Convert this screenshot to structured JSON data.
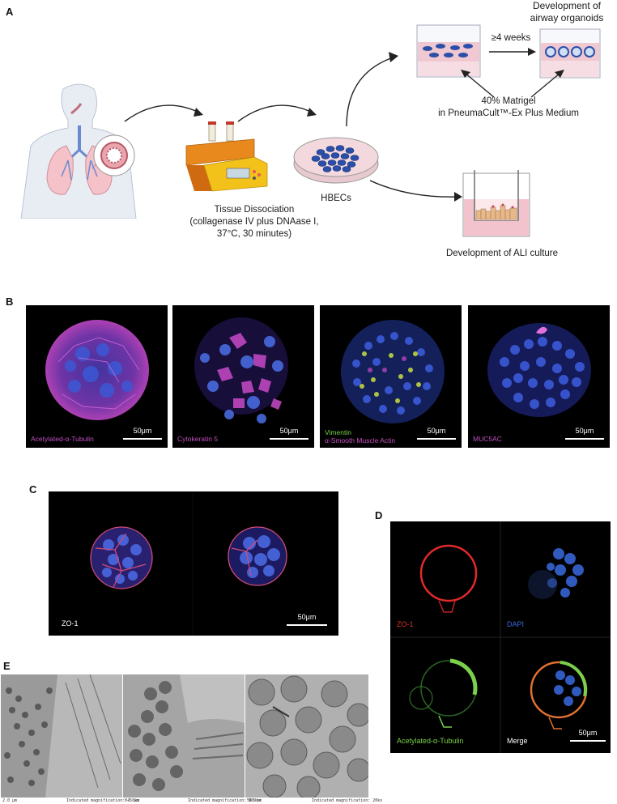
{
  "panel_labels": {
    "a": "A",
    "b": "B",
    "c": "C",
    "d": "D",
    "e": "E"
  },
  "panel_a": {
    "airway_organoids_label": "Development of\nairway organoids",
    "weeks_label": "≥4 weeks",
    "matrigel_label": "40% Matrigel\nin PneumaCult™-Ex Plus Medium",
    "dissociation_label": "Tissue Dissociation\n(collagenase IV plus DNAase I,\n37°C, 30 minutes)",
    "hbecs_label": "HBECs",
    "ali_label": "Development of ALI culture"
  },
  "panel_b": {
    "images": [
      {
        "label": "Acetylated-α-Tubulin",
        "scale": "50μm",
        "label_color": "#c050c0"
      },
      {
        "label": "Cytokeratin 5",
        "scale": "50μm",
        "label_color": "#c050c0"
      },
      {
        "label_line1": "Vimentin",
        "label_line2": "α-Smooth Muscle Actin",
        "scale": "50μm",
        "line1_color": "#7ad04a",
        "line2_color": "#c050c0"
      },
      {
        "label": "MUC5AC",
        "scale": "50μm",
        "label_color": "#c050c0"
      }
    ]
  },
  "panel_c": {
    "label": "ZO-1",
    "scale": "50μm"
  },
  "panel_d": {
    "zo1": "ZO-1",
    "dapi": "DAPI",
    "tubulin": "Acetylated-α-Tubulin",
    "merge": "Merge",
    "scale": "50μm",
    "colors": {
      "zo1": "#e23030",
      "dapi": "#3a6ae0",
      "tubulin": "#7ad04a",
      "merge": "#ffffff"
    }
  },
  "panel_e": {
    "captions": [
      {
        "scale": "2.0 μm",
        "mag": "Indicated magnification: 4.0kx"
      },
      {
        "scale": "0.5 μm",
        "mag": "Indicated magnification: 9.9kx"
      },
      {
        "scale": "500 nm",
        "mag": "Indicated magnification: 20kx"
      }
    ]
  }
}
